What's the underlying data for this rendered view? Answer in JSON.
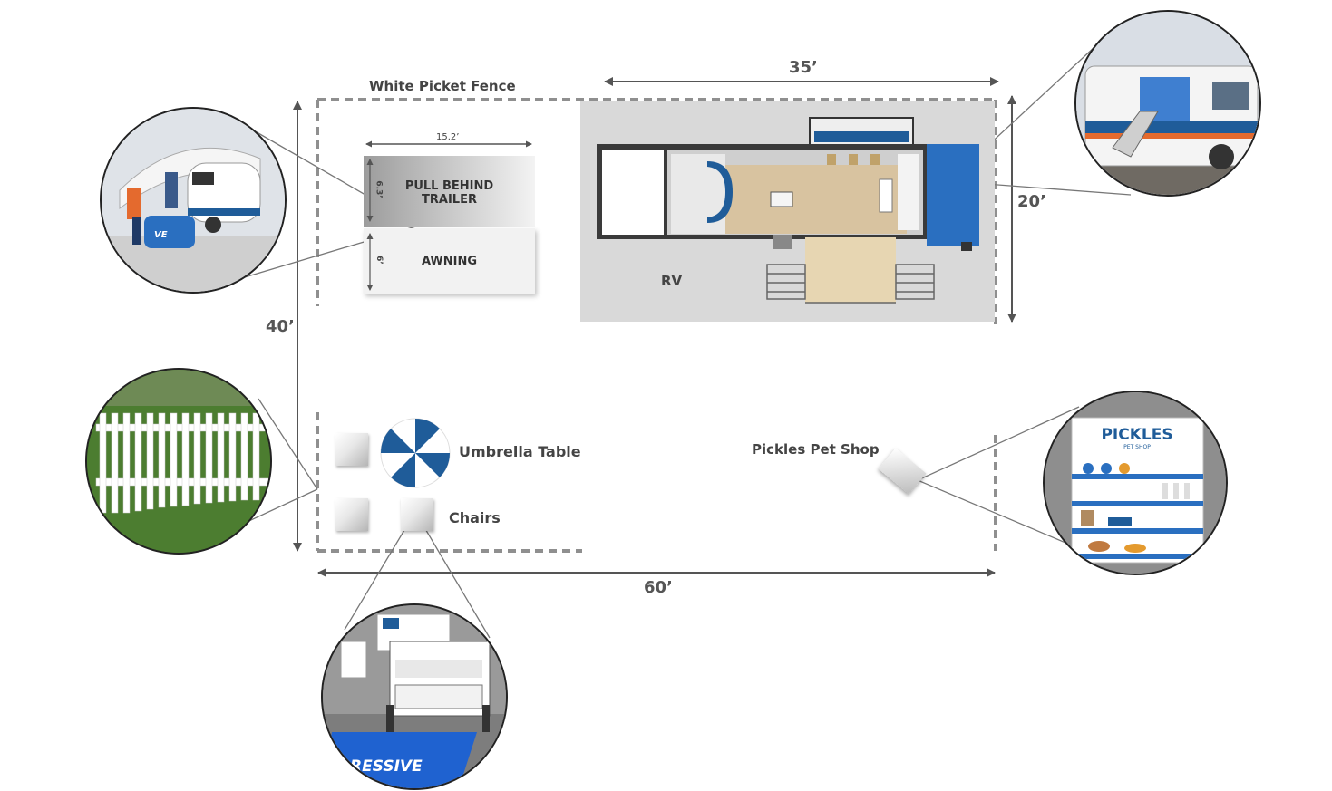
{
  "labels": {
    "fence": "White Picket Fence",
    "trailer": "PULL BEHIND\nTRAILER",
    "awning": "AWNING",
    "rv": "RV",
    "umbrella_table": "Umbrella Table",
    "chairs": "Chairs",
    "pet_shop": "Pickles Pet Shop"
  },
  "dimensions": {
    "rv_width": "35’",
    "rv_depth": "20’",
    "lot_depth": "40’",
    "lot_width": "60’",
    "trailer_width": "15.2’",
    "trailer_depth": "6.3’",
    "awning_depth": "6’"
  },
  "photo_text": {
    "progressive_mat": "RESSIVE",
    "pet_shop_sign": "PICKLES",
    "pet_shop_sub": "PET SHOP",
    "trailer_brand": "VE"
  },
  "colors": {
    "fence_dash": "#8f8f8f",
    "brand_blue": "#1f5c99",
    "rv_blue": "#2a6fc0",
    "rv_area": "#d9d9d9",
    "floor": "#d8c3a0",
    "dim_line": "#555555"
  }
}
